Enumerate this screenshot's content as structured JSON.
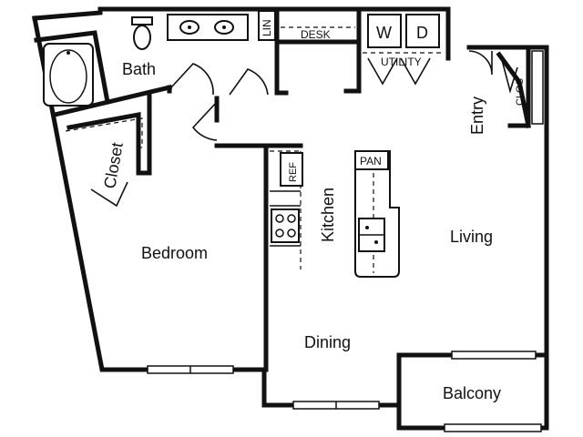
{
  "rooms": {
    "bath": "Bath",
    "closet": "Closet",
    "bedroom": "Bedroom",
    "kitchen": "Kitchen",
    "living": "Living",
    "dining": "Dining",
    "balcony": "Balcony",
    "entry": "Entry"
  },
  "fixtures": {
    "lin": "LIN",
    "desk": "DESK",
    "washer": "W",
    "dryer": "D",
    "utility": "UTILITY",
    "clos": "CLOS",
    "ref": "REF",
    "pan": "PAN"
  }
}
